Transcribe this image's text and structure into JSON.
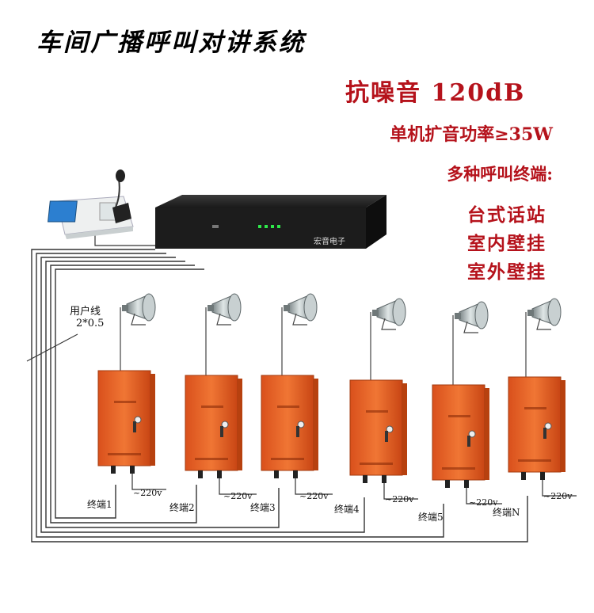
{
  "title": "车间广播呼叫对讲系统",
  "headline": "抗噪音 120dB",
  "features": {
    "amp_power": "单机扩音功率≥35W",
    "call_types_heading": "多种呼叫终端:",
    "desktop": "台式话站",
    "indoor": "室内壁挂",
    "outdoor": "室外壁挂"
  },
  "host": {
    "brand": "宏音电子"
  },
  "cable": {
    "line1": "用户线",
    "line2": "2*0.5"
  },
  "terminals": [
    {
      "label": "终端1",
      "power": "~220v"
    },
    {
      "label": "终端2",
      "power": "~220v"
    },
    {
      "label": "终端3",
      "power": "~220v"
    },
    {
      "label": "终端4",
      "power": "~220v"
    },
    {
      "label": "终端5",
      "power": "~220v"
    },
    {
      "label": "终端N",
      "power": "~220v"
    }
  ],
  "colors": {
    "title_red": "#b5121b",
    "box_orange": "#e8612a",
    "host_black": "#1c1c1c",
    "led_green": "#2ee84a"
  }
}
